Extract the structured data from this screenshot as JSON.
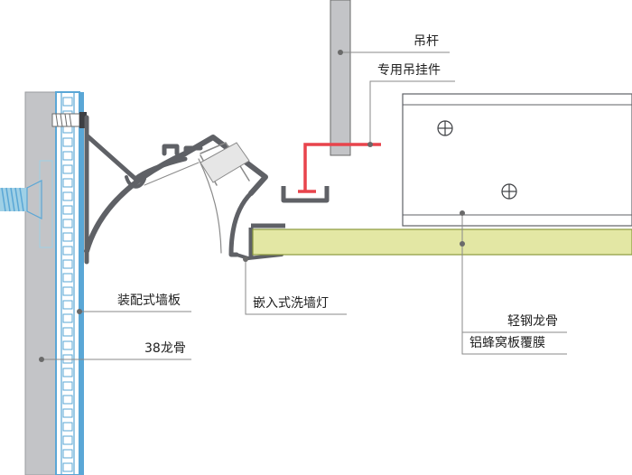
{
  "colors": {
    "wall": "#c3c4c7",
    "wall_edge": "#9a9b9f",
    "keel": "#5aa7d6",
    "profile": "#5f6166",
    "bracket": "#e8444c",
    "panel": "#e3e7a4",
    "panel_edge": "#8b9a3c",
    "leader": "#8a8a8a",
    "text": "#222222"
  },
  "labels": {
    "rod": "吊杆",
    "hanger": "专用吊挂件",
    "wall_panel": "装配式墙板",
    "keel38": "38龙骨",
    "wash_light": "嵌入式洗墙灯",
    "steel_keel": "轻钢龙骨",
    "honeycomb": "铝蜂窝板覆膜"
  }
}
